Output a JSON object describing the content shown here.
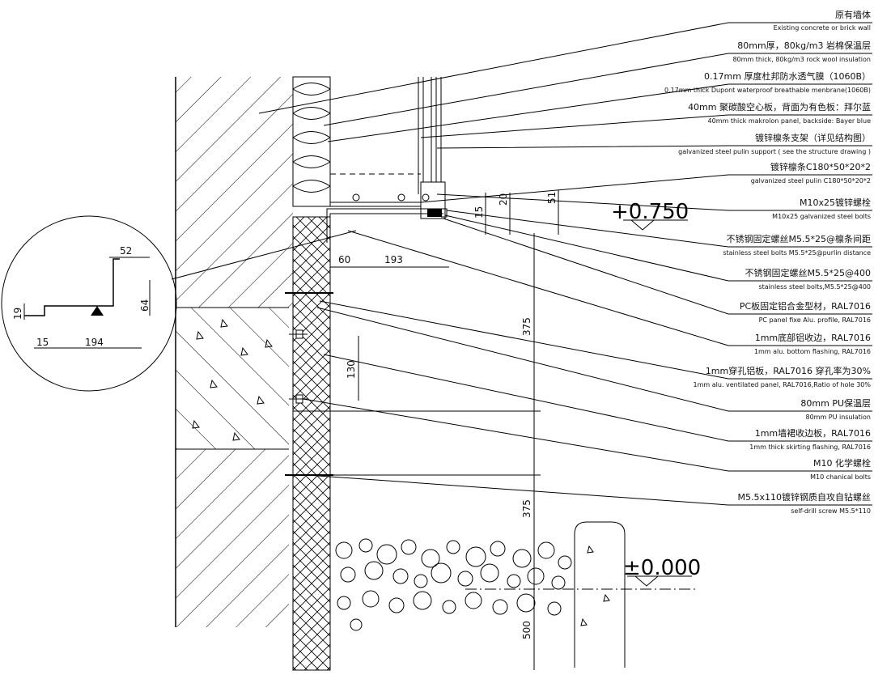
{
  "annotations": [
    {
      "cn": "原有墙体",
      "en": "Existing concrete or brick wall"
    },
    {
      "cn": "80mm厚，80kg/m3 岩棉保温层",
      "en": "80mm thick, 80kg/m3 rock wool insulation"
    },
    {
      "cn": "0.17mm 厚度杜邦防水透气膜（1060B）",
      "en": "0.17mm thick Dupont waterproof breathable menbrane(1060B)"
    },
    {
      "cn": "40mm 聚碳酸空心板，背面为有色板：拜尔蓝",
      "en": "40mm thick makrolon panel, backside: Bayer blue"
    },
    {
      "cn": "镀锌檩条支架（详见结构图）",
      "en": "galvanized steel pulin support ( see the structure drawing )"
    },
    {
      "cn": "镀锌檩条C180*50*20*2",
      "en": "galvanized steel pulin C180*50*20*2"
    },
    {
      "cn": "M10x25镀锌螺栓",
      "en": "M10x25 galvanized steel bolts"
    },
    {
      "cn": "不锈钢固定螺丝M5.5*25@檩条间距",
      "en": "stainless steel  bolts M5.5*25@purlin distance"
    },
    {
      "cn": "不锈钢固定螺丝M5.5*25@400",
      "en": "stainless steel  bolts,M5.5*25@400"
    },
    {
      "cn": "PC板固定铝合金型材，RAL7016",
      "en": "PC panel fixe Alu. profile, RAL7016"
    },
    {
      "cn": "1mm底部铝收边，RAL7016",
      "en": "1mm alu. bottom flashing, RAL7016"
    },
    {
      "cn": "1mm穿孔铝板，RAL7016 穿孔率为30%",
      "en": "1mm alu. ventilated panel, RAL7016,Ratio of hole 30%"
    },
    {
      "cn": "80mm PU保温层",
      "en": "80mm PU insulation"
    },
    {
      "cn": "1mm墙裙收边板，RAL7016",
      "en": "1mm thick skirting flashing, RAL7016"
    },
    {
      "cn": "M10 化学螺栓",
      "en": "M10 chanical bolts"
    },
    {
      "cn": "M5.5x110镀锌钢质自攻自钻螺丝",
      "en": "self-drill screw M5.5*110"
    }
  ],
  "levels": {
    "top": "+0.750",
    "ground": "±0.000"
  },
  "dimensions": {
    "d15": "15",
    "d20": "20",
    "d51": "51",
    "d60": "60",
    "d193": "193",
    "d130": "130",
    "d375a": "375",
    "d375b": "375",
    "d500": "500"
  },
  "detail": {
    "d52": "52",
    "d64": "64",
    "d19": "19",
    "d15": "15",
    "d194": "194"
  }
}
